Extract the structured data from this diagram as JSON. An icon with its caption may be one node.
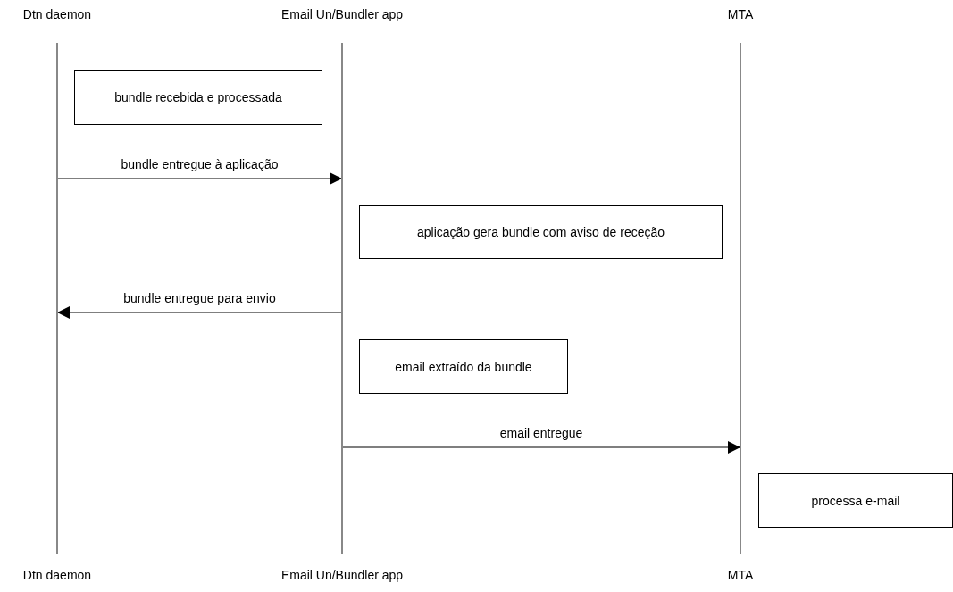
{
  "diagram": {
    "nodes": [
      {
        "text": [
          "Dtn daemon",
          "Dtn daemon"
        ]
      },
      {
        "text": [
          "Email Un/Bundler app",
          "Email Un/Bundler app"
        ]
      },
      {
        "text": [
          "MTA",
          "MTA"
        ]
      },
      {
        "text": [
          "bundle recebida e processada"
        ]
      },
      {
        "text": [
          "aplicação gera bundle com aviso de receção"
        ]
      },
      {
        "text": [
          "email extraído da bundle"
        ]
      },
      {
        "text": [
          "processa e-mail"
        ]
      }
    ],
    "edges": [
      {
        "from": 0,
        "to": 1,
        "arrow": "to",
        "label": "bundle entregue à aplicação"
      },
      {
        "from": 1,
        "to": 0,
        "arrow": "to",
        "label": "bundle entregue para envio"
      },
      {
        "from": 1,
        "to": 2,
        "arrow": "to",
        "label": "email entregue"
      }
    ]
  }
}
